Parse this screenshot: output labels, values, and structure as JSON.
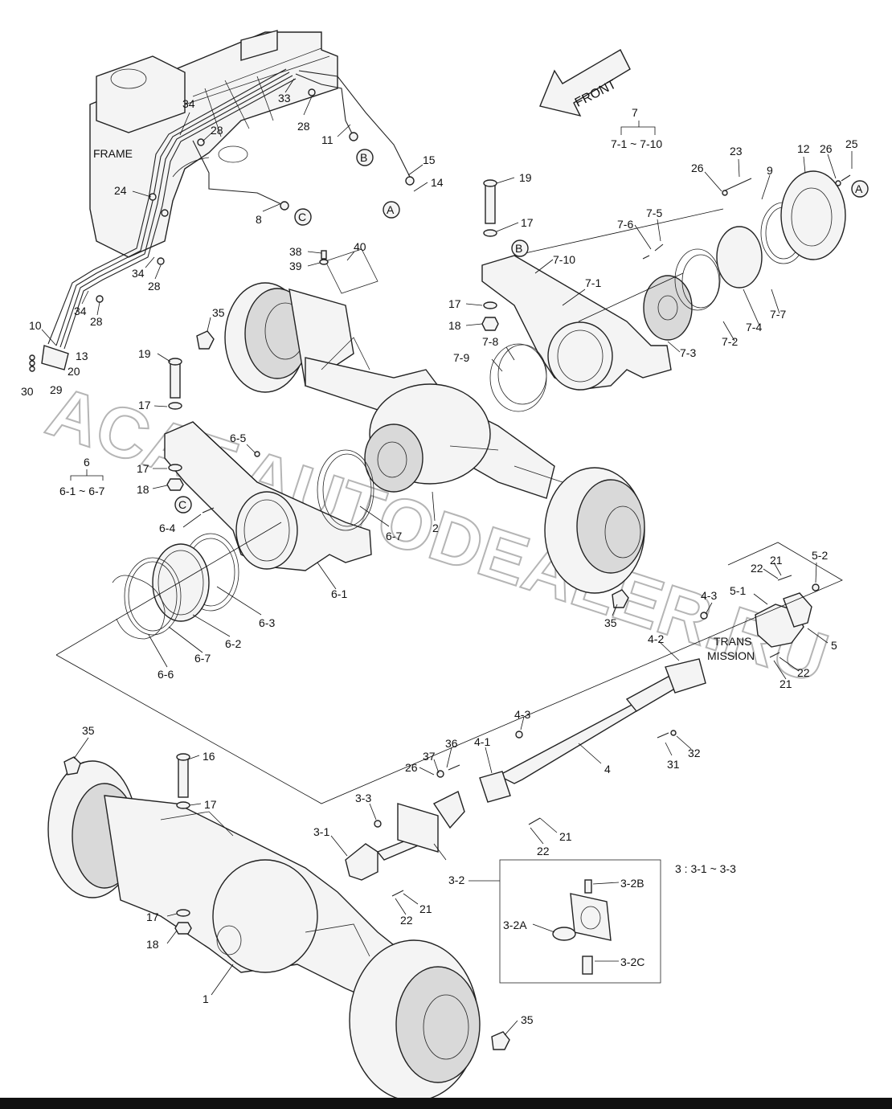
{
  "diagram": {
    "texts": {
      "front": "FRONT",
      "frame": "FRAME",
      "trans_line1": "TRANS",
      "trans_line2": "MISSION",
      "group7": "7",
      "group7_range": "7-1 ~ 7-10",
      "group6": "6",
      "group6_range": "6-1 ~ 6-7",
      "group3_range": "3 : 3-1 ~ 3-3",
      "watermark": "ACAT.AUTODEALER.RU"
    },
    "callouts": {
      "A1": "A",
      "A2": "A",
      "B1": "B",
      "B2": "B",
      "C1": "C",
      "C2": "C"
    },
    "labels": {
      "l34a": "34",
      "l33": "33",
      "l28a": "28",
      "l28b": "28",
      "l11": "11",
      "l15": "15",
      "l14": "14",
      "l24": "24",
      "l8": "8",
      "l34b": "34",
      "l28c": "28",
      "l34c": "34",
      "l28d": "28",
      "l10": "10",
      "l13": "13",
      "l20": "20",
      "l30": "30",
      "l29": "29",
      "l38": "38",
      "l39": "39",
      "l40": "40",
      "l35a": "35",
      "l19a": "19",
      "l17a": "17",
      "l17b": "17",
      "l18a": "18",
      "l710": "7-10",
      "l71": "7-1",
      "l78": "7-8",
      "l79": "7-9",
      "l73": "7-3",
      "l72": "7-2",
      "l74": "7-4",
      "l77": "7-7",
      "l76": "7-6",
      "l75": "7-5",
      "l26a": "26",
      "l23": "23",
      "l9": "9",
      "l12": "12",
      "l26b": "26",
      "l25": "25",
      "l19b": "19",
      "l17c": "17",
      "l17d": "17",
      "l18b": "18",
      "l65": "6-5",
      "l64": "6-4",
      "l67a": "6-7",
      "l61": "6-1",
      "l63": "6-3",
      "l62": "6-2",
      "l67b": "6-7",
      "l66": "6-6",
      "l2": "2",
      "l35b": "35",
      "l43a": "4-3",
      "l42": "4-2",
      "l51": "5-1",
      "l52": "5-2",
      "l22a": "22",
      "l21a": "21",
      "l5": "5",
      "l22b": "22",
      "l21b": "21",
      "l43b": "4-3",
      "l41": "4-1",
      "l4": "4",
      "l31": "31",
      "l32": "32",
      "l36": "36",
      "l37": "37",
      "l26c": "26",
      "l21c": "21",
      "l22c": "22",
      "l33b": "3-3",
      "l31b": "3-1",
      "l32b": "3-2",
      "l21d": "21",
      "l22d": "22",
      "l32B": "3-2B",
      "l32A": "3-2A",
      "l32C": "3-2C",
      "l35c": "35",
      "l16": "16",
      "l17e": "17",
      "l17f": "17",
      "l18c": "18",
      "l1": "1",
      "l35d": "35"
    }
  }
}
